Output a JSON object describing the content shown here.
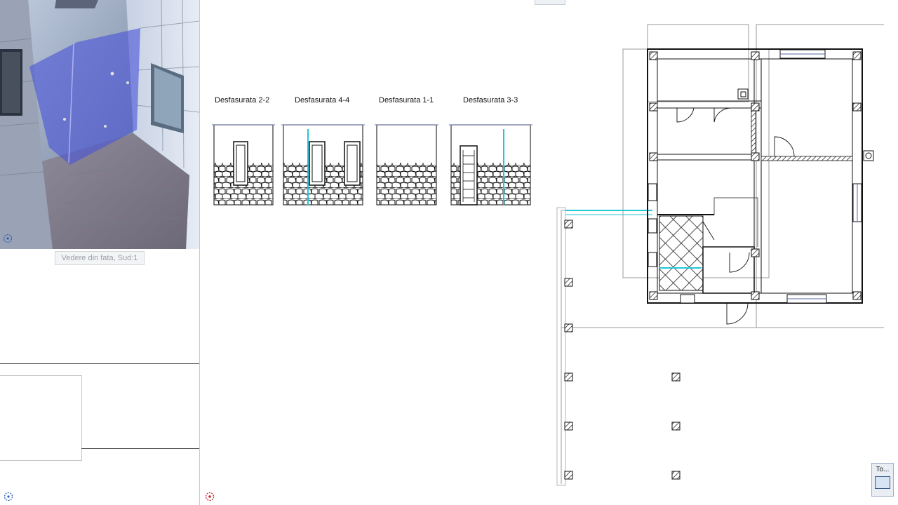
{
  "left_panel": {
    "view_caption": "Vedere din fata, Sud:1"
  },
  "elevations": [
    {
      "title": "Desfasurata 2-2"
    },
    {
      "title": "Desfasurata 4-4"
    },
    {
      "title": "Desfasurata 1-1"
    },
    {
      "title": "Desfasurata 3-3"
    }
  ],
  "toolbar_button": {
    "label": "To..."
  },
  "icons": {
    "navigation": "navigation-compass-icon",
    "view_settings": "view-settings-icon",
    "toolbar": "monitor-icon"
  },
  "colors": {
    "glass_blue": "#4a55d6",
    "cad_cyan": "#22c7d6",
    "wall_black": "#111111"
  }
}
